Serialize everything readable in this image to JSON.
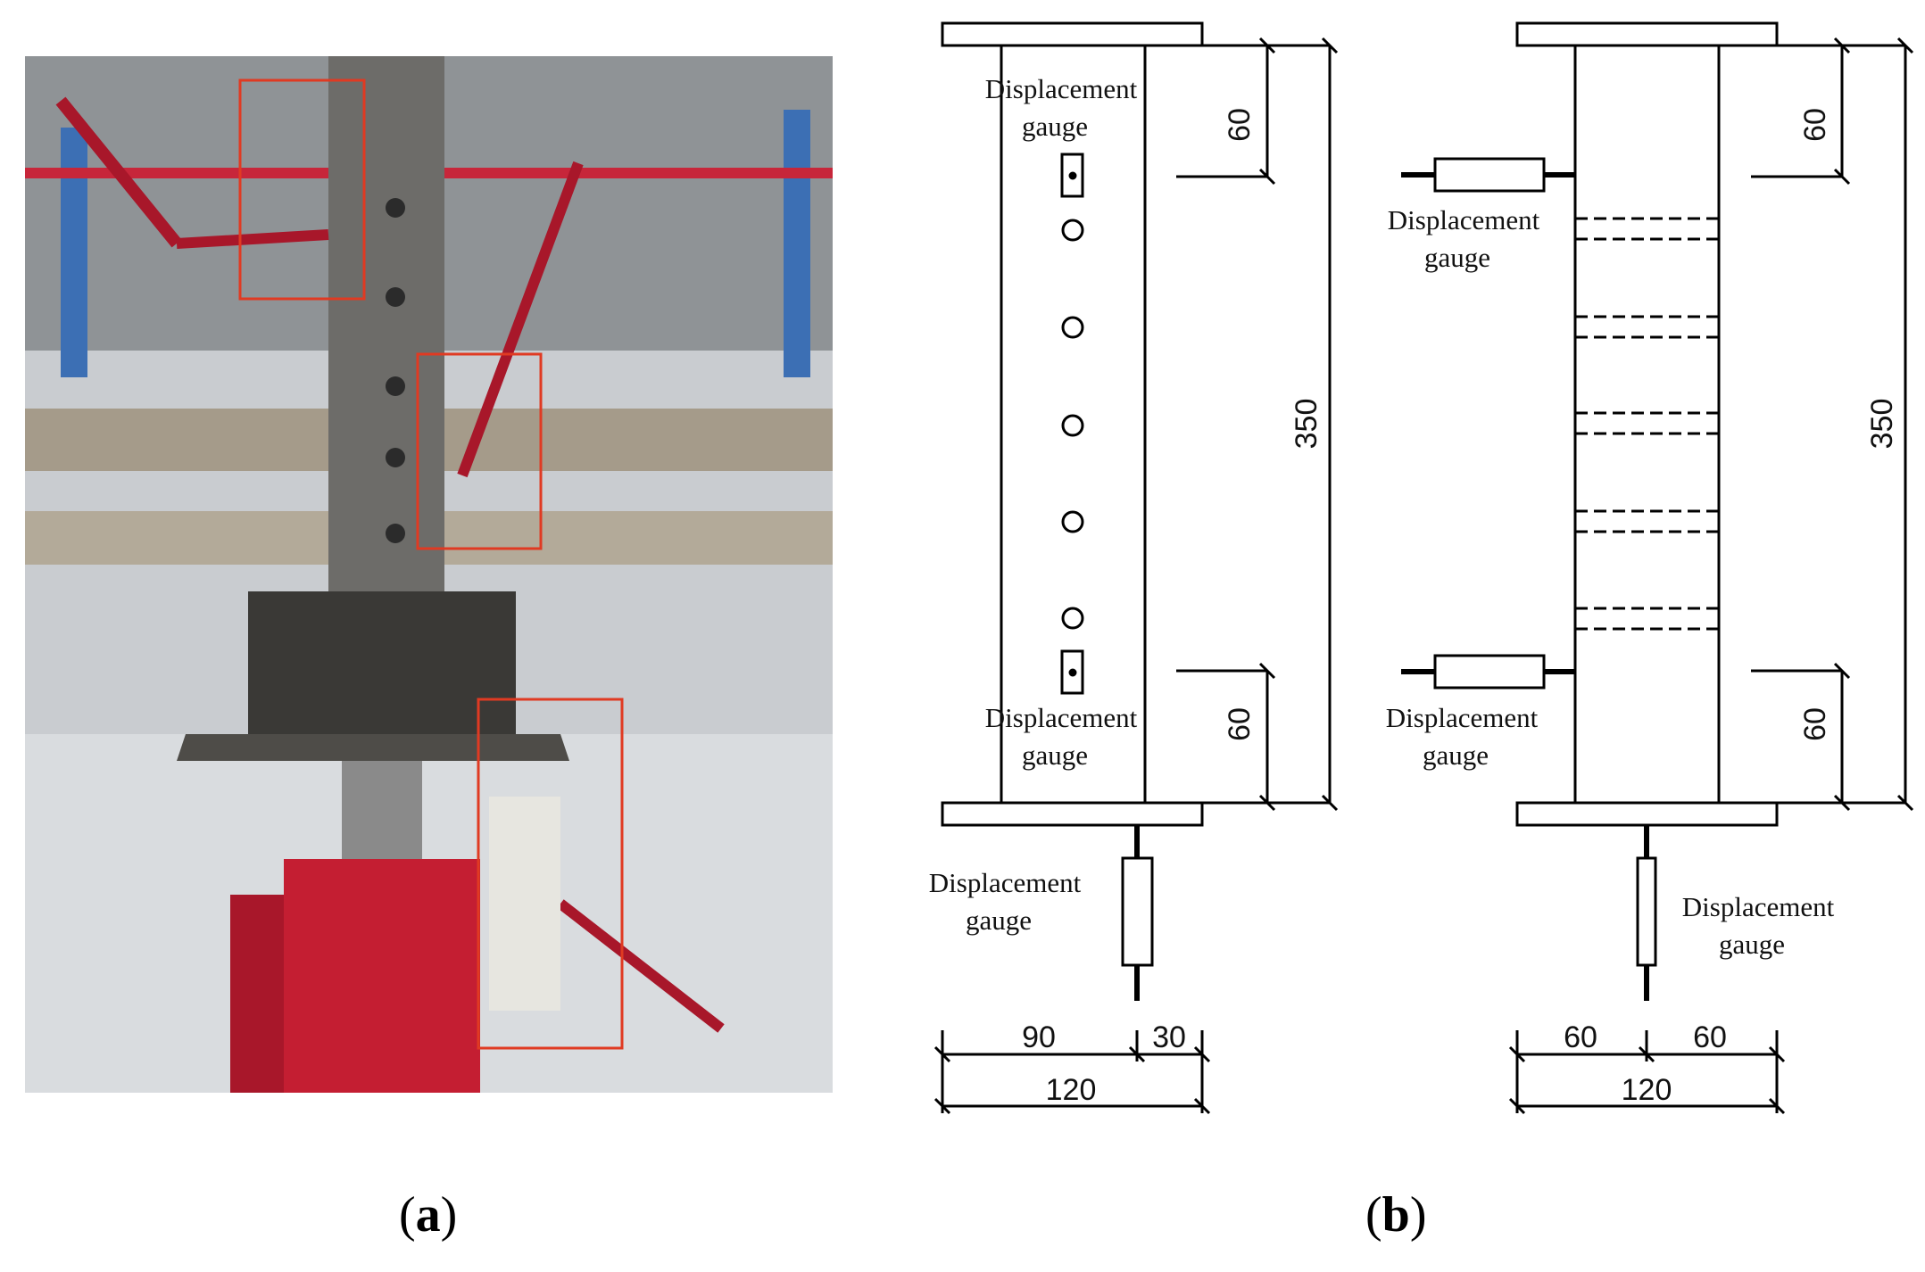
{
  "panels": {
    "a": {
      "caption_open": "(",
      "caption_letter": "a",
      "caption_close": ")",
      "highlight_color": "#e03a22"
    },
    "b": {
      "caption_open": "(",
      "caption_letter": "b",
      "caption_close": ")",
      "left_specimen": {
        "label_top_line1": "Displacement",
        "label_top_line2": "gauge",
        "label_mid_line1": "Displacement",
        "label_mid_line2": "gauge",
        "label_bottom_line1": "Displacement",
        "label_bottom_line2": "gauge",
        "dim_top": "60",
        "dim_height": "350",
        "dim_bottom": "60",
        "dim_width_a": "90",
        "dim_width_b": "30",
        "dim_width_total": "120"
      },
      "right_specimen": {
        "label_top_line1": "Displacement",
        "label_top_line2": "gauge",
        "label_mid_line1": "Displacement",
        "label_mid_line2": "gauge",
        "label_bottom_line1": "Displacement",
        "label_bottom_line2": "gauge",
        "dim_top": "60",
        "dim_height": "350",
        "dim_bottom": "60",
        "dim_width_a": "60",
        "dim_width_b": "60",
        "dim_width_total": "120"
      }
    }
  }
}
